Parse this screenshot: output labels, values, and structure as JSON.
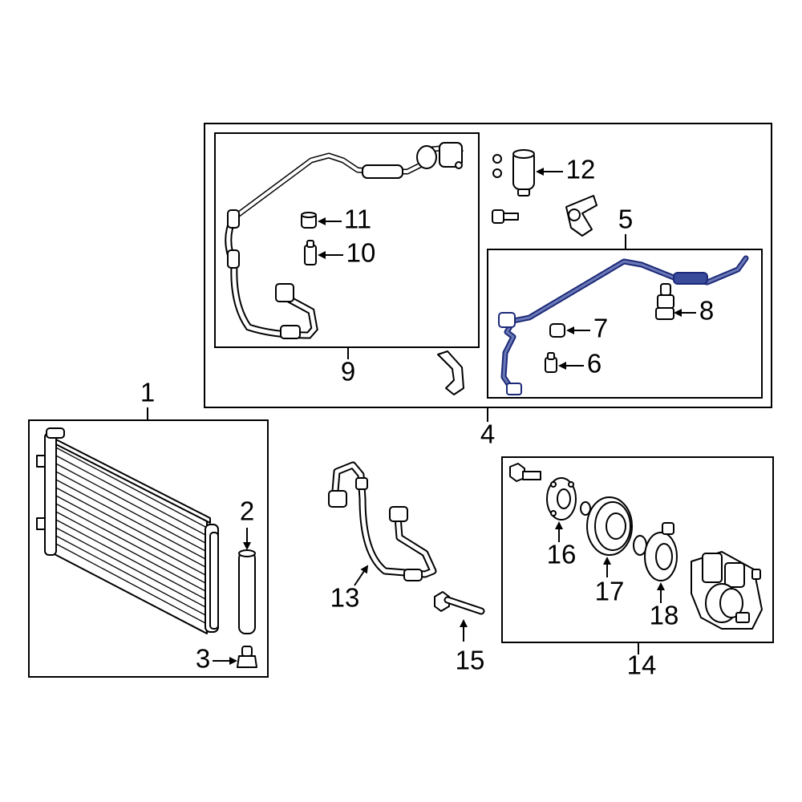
{
  "diagram": {
    "colors": {
      "line": "#000000",
      "highlight": "#1c2a78",
      "background": "#ffffff"
    },
    "callouts": {
      "c1": "1",
      "c2": "2",
      "c3": "3",
      "c4": "4",
      "c5": "5",
      "c6": "6",
      "c7": "7",
      "c8": "8",
      "c9": "9",
      "c10": "10",
      "c11": "11",
      "c12": "12",
      "c13": "13",
      "c14": "14",
      "c15": "15",
      "c16": "16",
      "c17": "17",
      "c18": "18"
    },
    "highlighted_part": "5"
  }
}
